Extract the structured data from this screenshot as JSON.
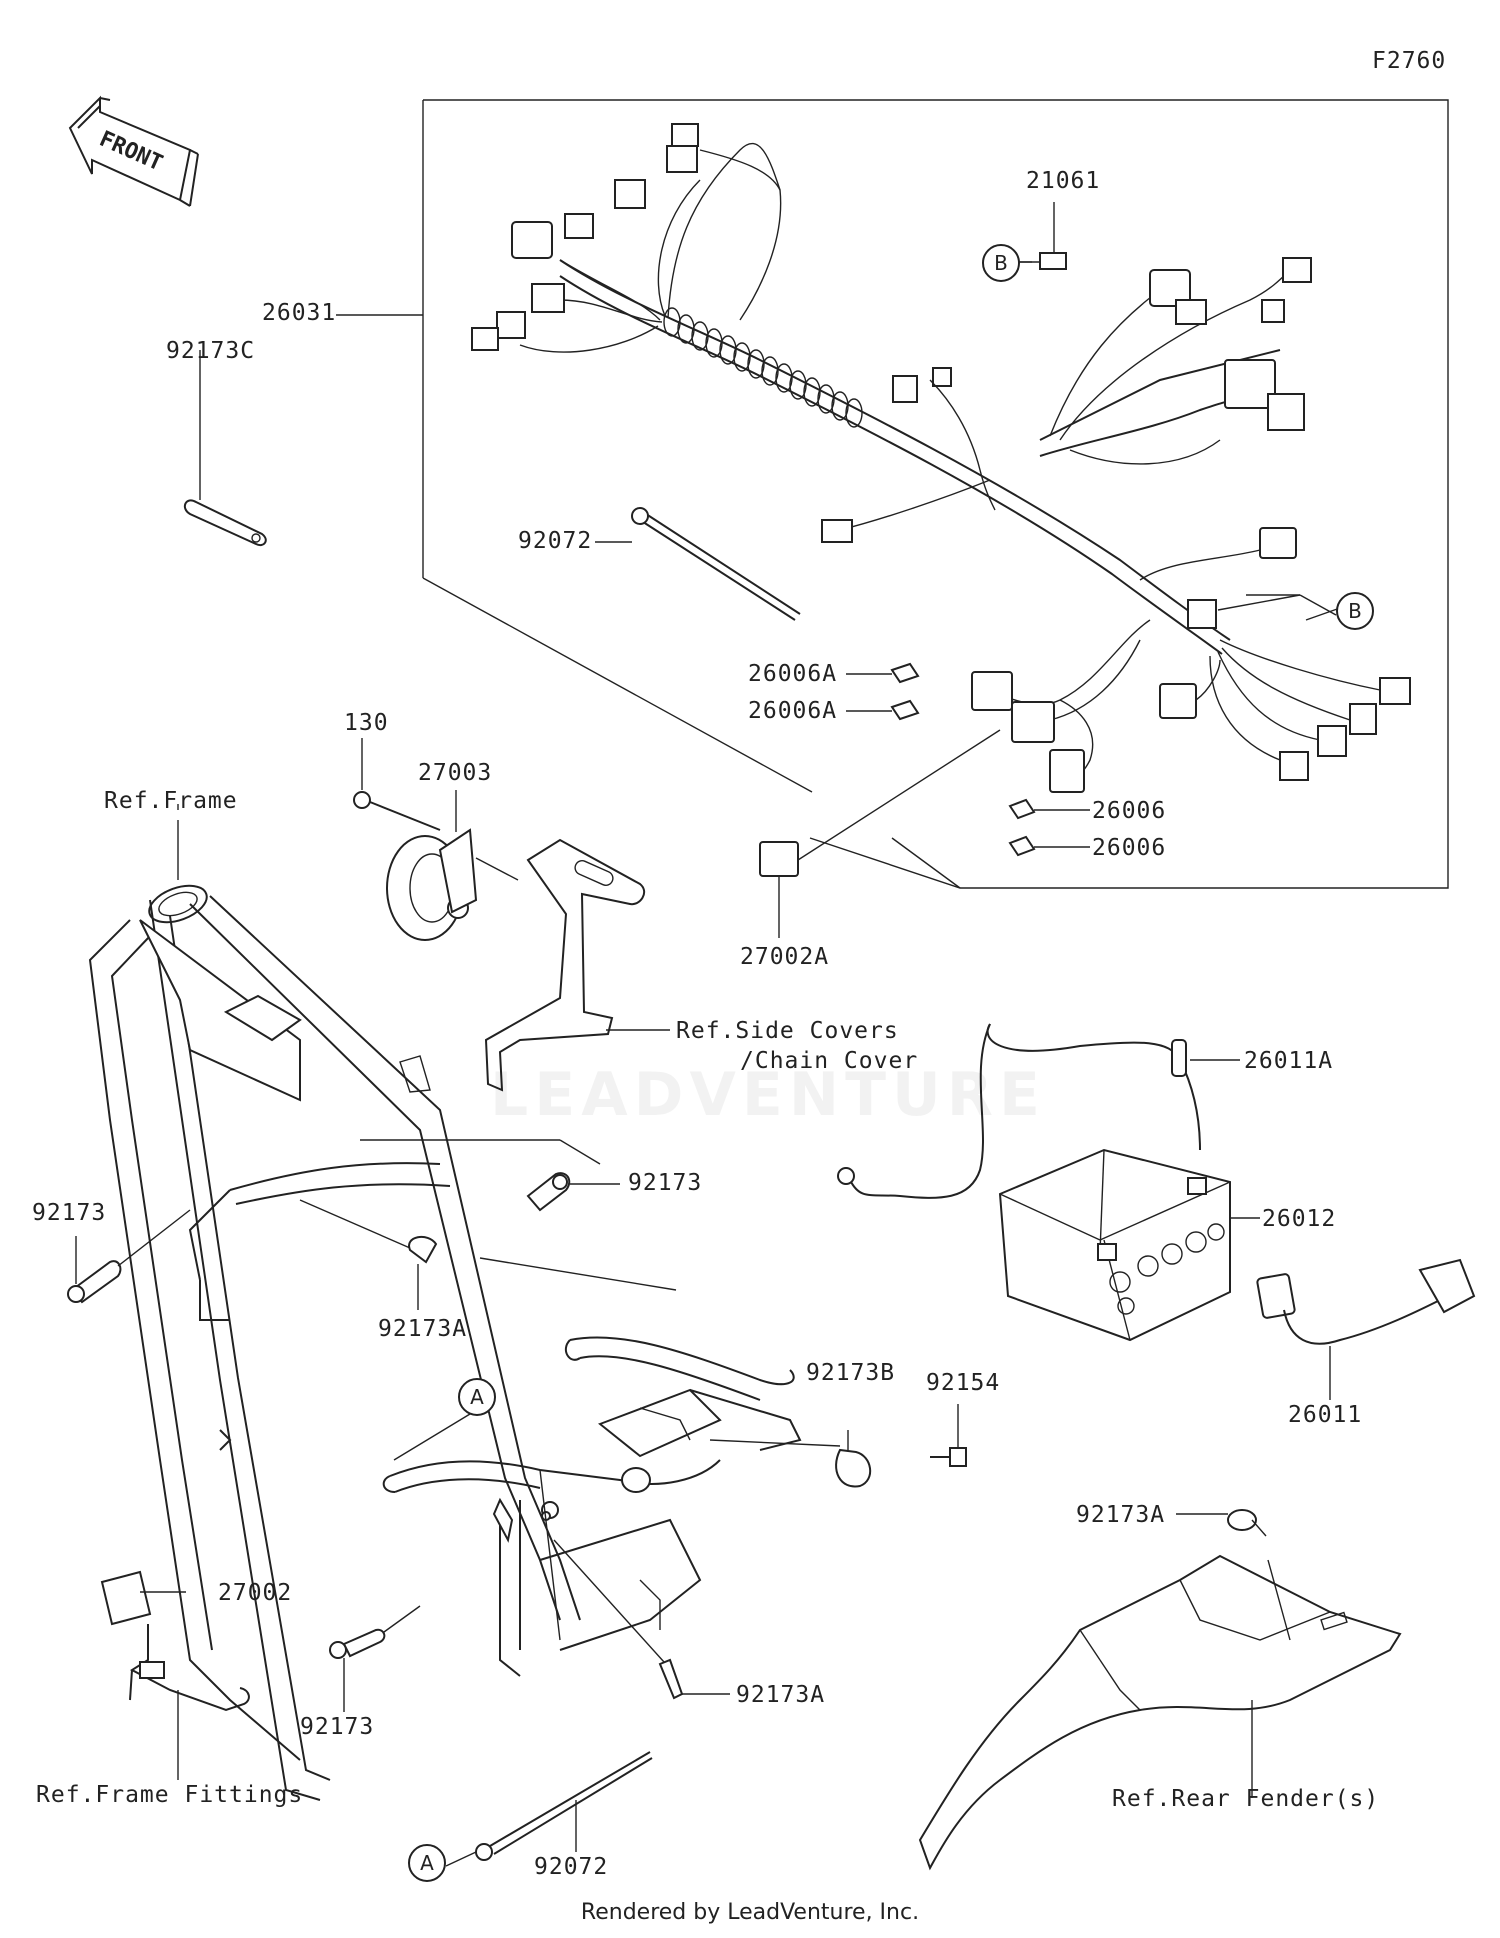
{
  "figure_code": "F2760",
  "front_arrow_label": "FRONT",
  "callouts": {
    "a": "A",
    "b": "B"
  },
  "parts": {
    "p21061": "21061",
    "p26031": "26031",
    "p92173C": "92173C",
    "p92072_top": "92072",
    "p26006A_1": "26006A",
    "p26006A_2": "26006A",
    "p26006_1": "26006",
    "p26006_2": "26006",
    "p130": "130",
    "p27003": "27003",
    "p27002A": "27002A",
    "p26011A": "26011A",
    "p92173_mid": "92173",
    "p92173_left": "92173",
    "p92173A_mid": "92173A",
    "p26012": "26012",
    "p26011": "26011",
    "p92173B": "92173B",
    "p92154": "92154",
    "p92173A_right": "92173A",
    "p27002": "27002",
    "p92173_bottom": "92173",
    "p92173A_bottom": "92173A",
    "p92072_bottom": "92072"
  },
  "references": {
    "frame": "Ref.Frame",
    "side_covers": "Ref.Side Covers",
    "chain_cover": "/Chain Cover",
    "frame_fittings": "Ref.Frame Fittings",
    "rear_fender": "Ref.Rear Fender(s)"
  },
  "watermark": "LEADVENTURE",
  "footer": "Rendered by LeadVenture, Inc."
}
